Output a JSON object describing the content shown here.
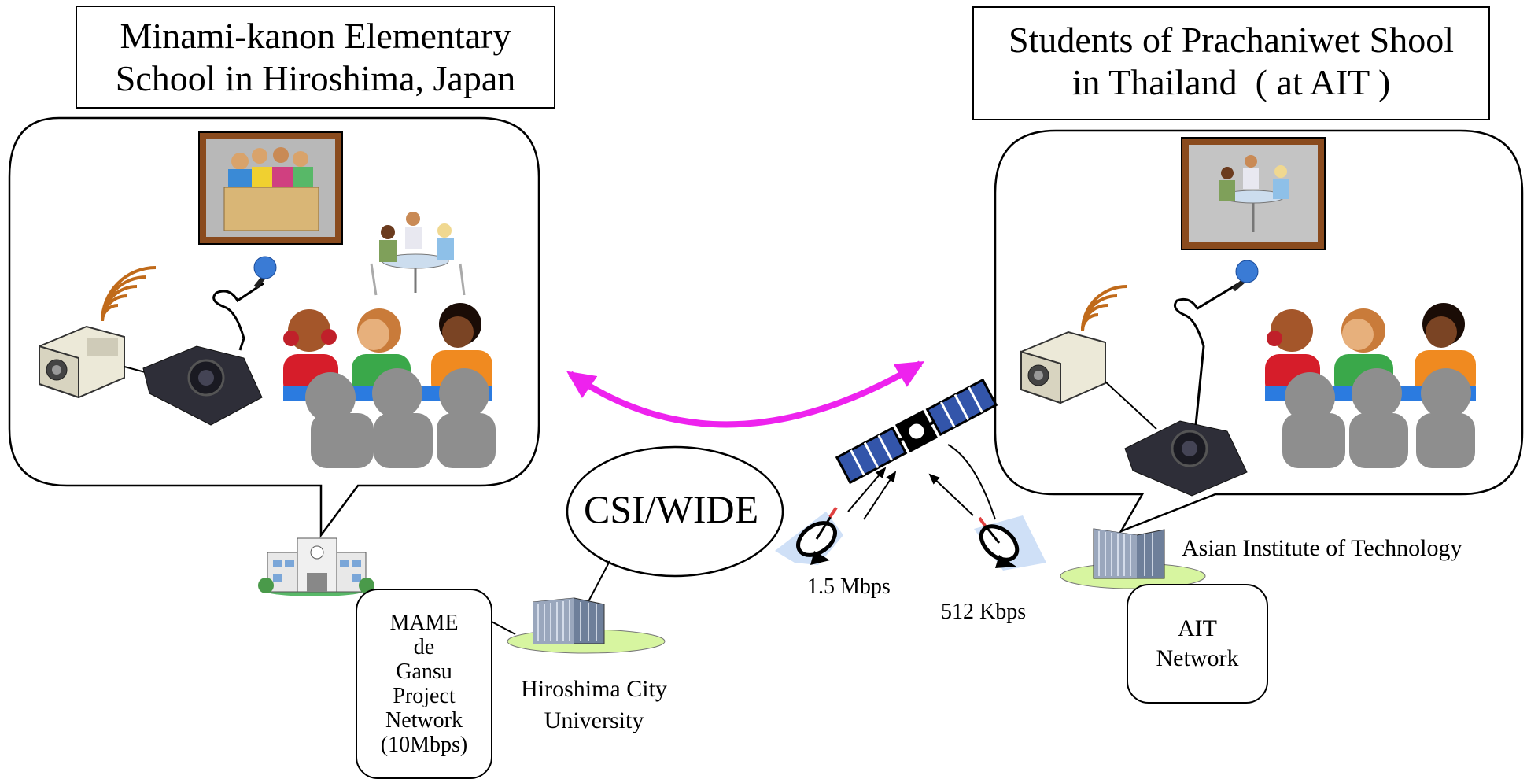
{
  "left_site": {
    "title_line1": "Minami-kanon Elementary",
    "title_line2": "School in Hiroshima, Japan"
  },
  "right_site": {
    "title_line1": "Students of Prachaniwet Shool",
    "title_line2": "in Thailand  ( at AIT )"
  },
  "csi_wide": "CSI/WIDE",
  "mame_box": {
    "lines": [
      "MAME",
      "de",
      "Gansu",
      "Project",
      "Network",
      "(10Mbps)"
    ]
  },
  "hiroshima_city_univ": {
    "line1": "Hiroshima City",
    "line2": "University"
  },
  "ait_label": "Asian Institute of Technology",
  "ait_network": {
    "line1": "AIT",
    "line2": "Network"
  },
  "link_speed_left": "1.5 Mbps",
  "link_speed_right": "512 Kbps",
  "colors": {
    "exchange_arrow": "#ee22ee",
    "satellite_panel": "#3355aa",
    "dish_halo": "#cfe0f7",
    "campus_ground": "#d7f5a0",
    "projector": "#ece9d8",
    "camera": "#2e2e38",
    "microphone": "#3a7bd5",
    "frame": "#8a4b1e"
  }
}
